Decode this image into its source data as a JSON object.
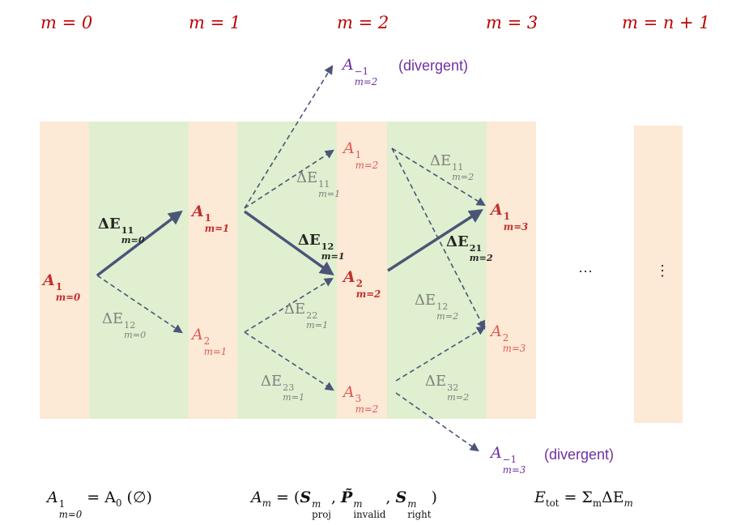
{
  "stage_labels": [
    "m = 0",
    "m = 1",
    "m = 2",
    "m = 3",
    "m = n + 1"
  ],
  "nodes": {
    "a_m0_1": {
      "base": "A",
      "sup": "1",
      "sub": "m=0"
    },
    "a_m1_1": {
      "base": "A",
      "sup": "1",
      "sub": "m=1"
    },
    "a_m1_2": {
      "base": "A",
      "sup": "2",
      "sub": "m=1"
    },
    "a_m2_neg1": {
      "base": "A",
      "sup": "−1",
      "sub": "m=2"
    },
    "a_m2_1": {
      "base": "A",
      "sup": "1",
      "sub": "m=2"
    },
    "a_m2_2": {
      "base": "A",
      "sup": "2",
      "sub": "m=2"
    },
    "a_m2_3": {
      "base": "A",
      "sup": "3",
      "sub": "m=2"
    },
    "a_m3_1": {
      "base": "A",
      "sup": "1",
      "sub": "m=3"
    },
    "a_m3_2": {
      "base": "A",
      "sup": "2",
      "sub": "m=3"
    },
    "a_m3_neg1": {
      "base": "A",
      "sup": "−1",
      "sub": "m=3"
    }
  },
  "divergent_label": "(divergent)",
  "energies": {
    "e_m0_11": {
      "base": "ΔE",
      "sup": "11",
      "sub": "m=0"
    },
    "e_m0_12": {
      "base": "ΔE",
      "sup": "12",
      "sub": "m=0"
    },
    "e_m1_11": {
      "base": "ΔE",
      "sup": "11",
      "sub": "m=1"
    },
    "e_m1_12": {
      "base": "ΔE",
      "sup": "12",
      "sub": "m=1"
    },
    "e_m1_22": {
      "base": "ΔE",
      "sup": "22",
      "sub": "m=1"
    },
    "e_m1_23": {
      "base": "ΔE",
      "sup": "23",
      "sub": "m=1"
    },
    "e_m2_11": {
      "base": "ΔE",
      "sup": "11",
      "sub": "m=2"
    },
    "e_m2_12": {
      "base": "ΔE",
      "sup": "12",
      "sub": "m=2"
    },
    "e_m2_21": {
      "base": "ΔE",
      "sup": "21",
      "sub": "m=2"
    },
    "e_m2_32": {
      "base": "ΔE",
      "sup": "32",
      "sub": "m=2"
    }
  },
  "ellipsis_h": "···",
  "ellipsis_v": "⋮",
  "formulas": {
    "init": {
      "lhs": "A",
      "lhs_sup": "1",
      "lhs_sub": "m=0",
      "rhs": "= A",
      "rhs_sub": "0",
      "tail": "(∅)"
    },
    "state": {
      "lhs": "A",
      "lhs_sub": "m",
      "eq": "= (",
      "s1": "S",
      "s1_sup": "m",
      "s1_sub": "proj",
      "p": "P̃",
      "p_sup": "m",
      "p_sub": "invalid",
      "s2": "S",
      "s2_sup": "m",
      "s2_sub": "right",
      "close": ")"
    },
    "total": {
      "lhs": "E",
      "lhs_sub": "tot",
      "eq": "= Σ",
      "sigma_sub": "m",
      "term": "ΔE",
      "term_sub": "m"
    }
  },
  "colors": {
    "stage_label": "#c00000",
    "node_main": "#c0302e",
    "node_alt": "#e05a55",
    "divergent": "#7030a0",
    "arrow": "#4a5578",
    "band_beige": "#fce9d6",
    "band_green": "#e0efcf"
  }
}
